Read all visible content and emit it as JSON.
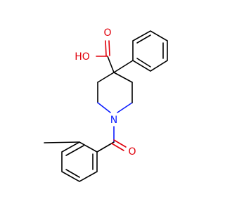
{
  "diagram": {
    "type": "chemical-structure",
    "atom_labels": {
      "hydroxyl": "HO",
      "carboxyl_oxygen": "O",
      "amide_oxygen": "O",
      "nitrogen": "N"
    },
    "colors": {
      "bond": "#000000",
      "oxygen": "#e0000b",
      "nitrogen": "#0b1cff",
      "background": "#ffffff"
    }
  }
}
